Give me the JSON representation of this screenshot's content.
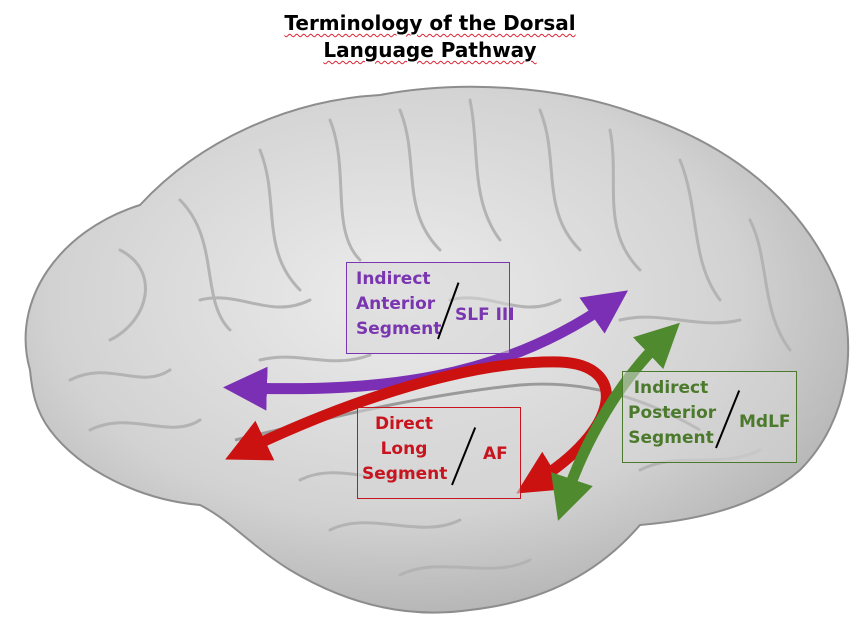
{
  "title": {
    "line1": "Terminology of the Dorsal",
    "line2": "Language Pathway"
  },
  "labels": {
    "anterior": {
      "line1": "Indirect",
      "line2": "Anterior",
      "line3": "Segment",
      "alt": "SLF III",
      "color": "#7a35b0"
    },
    "direct": {
      "line1": "Direct",
      "line2": "Long",
      "line3": "Segment",
      "alt": "AF",
      "color": "#c8141e"
    },
    "posterior": {
      "line1": "Indirect",
      "line2": "Posterior",
      "line3": "Segment",
      "alt": "MdLF",
      "color": "#4c7a2c"
    }
  },
  "colors": {
    "purple_arrow": "#7b2fb5",
    "red_arrow": "#cc1111",
    "green_arrow": "#4f8a2f",
    "brain_fill": "#d8d8d8",
    "brain_shadow": "#9a9a9a"
  }
}
